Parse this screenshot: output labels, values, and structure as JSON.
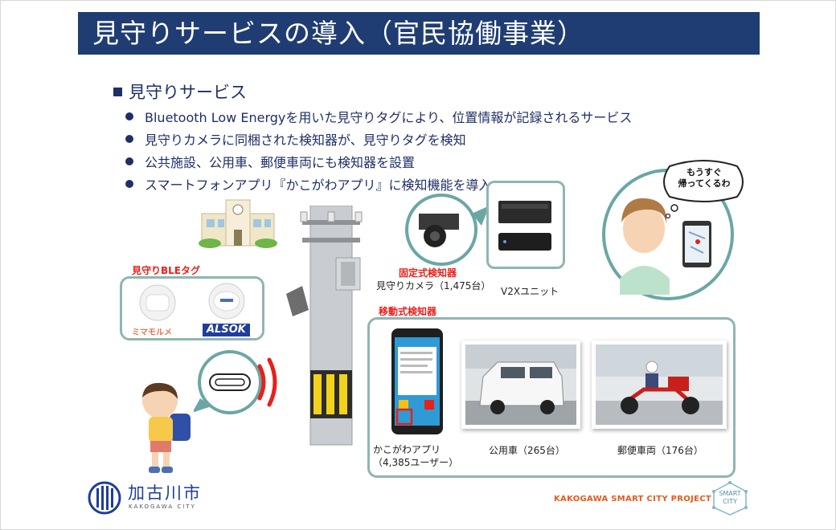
{
  "title": "見守りサービスの導入（官民協働事業）",
  "section_heading": "見守りサービス",
  "bullets": [
    "Bluetooth Low Energyを用いた見守りタグにより、位置情報が記録されるサービス",
    "見守りカメラに同梱された検知器が、見守りタグを検知",
    "公共施設、公用車、郵便車両にも検知器を設置",
    "スマートフォンアプリ『かこがわアプリ』に検知機能を導入"
  ],
  "ble_tag": {
    "title": "見守りBLEタグ",
    "brand1": "ミマモルメ",
    "brand2": "ALSOK"
  },
  "fixed_detector": {
    "title": "固定式検知器",
    "camera_label": "見守りカメラ（1,475台）",
    "v2x_label": "V2Xユニット"
  },
  "mobile_detector": {
    "title": "移動式検知器",
    "app_label_line1": "かこがわアプリ",
    "app_label_line2": "（4,385ユーザー）",
    "car_label": "公用車（265台）",
    "bike_label": "郵便車両（176台）"
  },
  "speech_bubble": {
    "line1": "もうすぐ",
    "line2": "帰ってくるわ"
  },
  "footer": {
    "city_name": "加古川市",
    "city_sub": "KAKOGAWA CITY",
    "project": "KAKOGAWA SMART CITY PROJECT",
    "badge_line1": "SMART",
    "badge_line2": "CITY"
  },
  "colors": {
    "title_bg": "#1f3d73",
    "text_navy": "#1f2f66",
    "accent_red": "#e8201b",
    "panel_border": "#8fb5b2",
    "footer_orange": "#e85a1b"
  }
}
